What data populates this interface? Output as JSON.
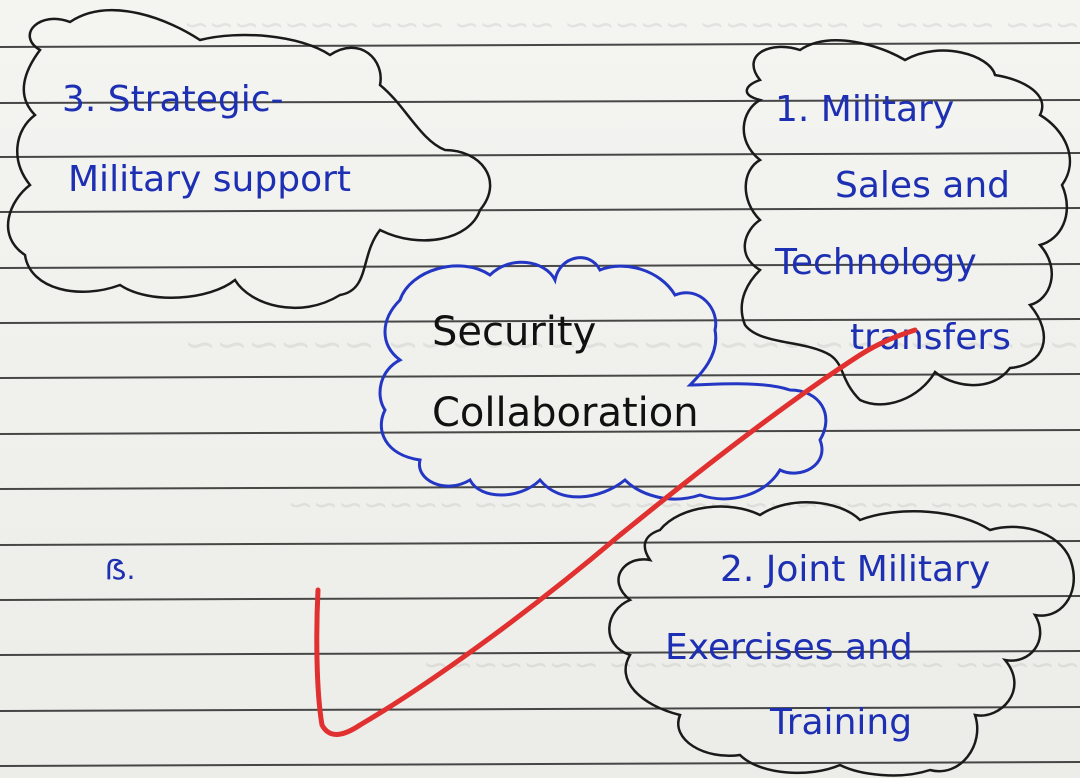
{
  "colors": {
    "paper": "#f1f1ee",
    "ruled_line": "#2a2a2a",
    "outline": "#1a1a1a",
    "blue_ink": "#1d2fb3",
    "center_outline": "#2336c4",
    "check_mark": "#e0302f"
  },
  "center": {
    "line1": "Security",
    "line2": "Collaboration"
  },
  "bubble_military_sales": {
    "line1": "1. Military",
    "line2": "Sales and",
    "line3": "Technology",
    "line4": "transfers"
  },
  "bubble_joint_exercises": {
    "line1": "2. Joint Military",
    "line2": "Exercises and",
    "line3": "Training"
  },
  "bubble_strategic_support": {
    "line1": "3. Strategic-",
    "line2": "Military support"
  },
  "stray_mark": "ẞ.",
  "annotation": "check-mark"
}
